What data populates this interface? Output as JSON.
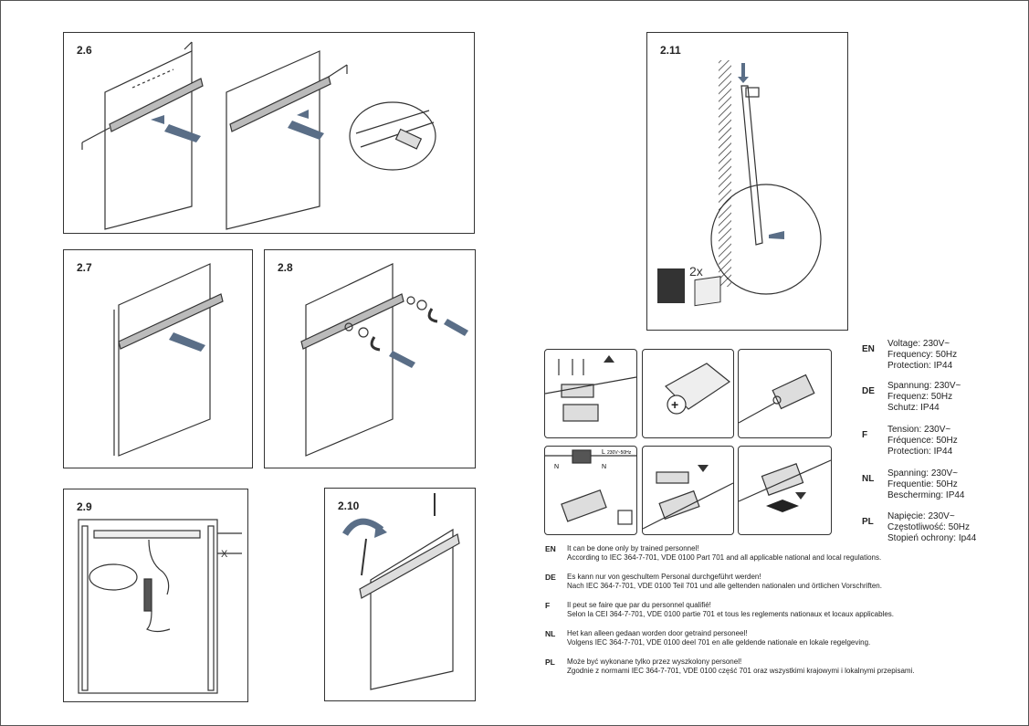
{
  "panels": [
    {
      "id": "2.6",
      "label": "2.6"
    },
    {
      "id": "2.7",
      "label": "2.7"
    },
    {
      "id": "2.8",
      "label": "2.8"
    },
    {
      "id": "2.9",
      "label": "2.9"
    },
    {
      "id": "2.10",
      "label": "2.10"
    },
    {
      "id": "2.11",
      "label": "2.11"
    }
  ],
  "panel_2_11_quantity": "2x",
  "panel_2_9_dimension": "X",
  "wiring_labels": {
    "l": "L",
    "n": "N",
    "supply": "230V~50Hz",
    "n2": "N"
  },
  "specs": [
    {
      "lang": "EN",
      "lines": [
        "Voltage: 230V~",
        "Frequency: 50Hz",
        "Protection: IP44"
      ]
    },
    {
      "lang": "DE",
      "lines": [
        "Spannung: 230V~",
        "Frequenz: 50Hz",
        "Schutz: IP44"
      ]
    },
    {
      "lang": "F",
      "lines": [
        "Tension: 230V~",
        "Fréquence: 50Hz",
        "Protection: IP44"
      ]
    },
    {
      "lang": "NL",
      "lines": [
        "Spanning: 230V~",
        "Frequentie: 50Hz",
        "Bescherming: IP44"
      ]
    },
    {
      "lang": "PL",
      "lines": [
        "Napięcie: 230V~",
        "Częstotliwość: 50Hz",
        "Stopień ochrony: Ip44"
      ]
    }
  ],
  "warnings": [
    {
      "lang": "EN",
      "line1": "It can be done only by trained personnel!",
      "line2": "According to IEC 364-7-701, VDE 0100 Part 701 and all applicable national and local regulations."
    },
    {
      "lang": "DE",
      "line1": "Es kann nur von geschultem Personal durchgeführt werden!",
      "line2": "Nach IEC 364-7-701, VDE 0100 Teil 701 und alle geltenden nationalen und örtlichen Vorschriften."
    },
    {
      "lang": "F",
      "line1": "Il peut se faire que par du personnel qualifié!",
      "line2": "Selon la CEI 364-7-701, VDE 0100 partie 701 et tous les reglements nationaux et locaux applicables."
    },
    {
      "lang": "NL",
      "line1": "Het kan alleen gedaan worden door getraind personeel!",
      "line2": "Volgens IEC 364-7-701, VDE 0100 deel 701 en alle geldende nationale en lokale regelgeving."
    },
    {
      "lang": "PL",
      "line1": "Może być wykonane tylko przez wyszkolony personel!",
      "line2": "Zgodnie z normami IEC 364-7-701, VDE 0100 część 701 oraz wszystkimi krajowymi i lokalnymi przepisami."
    }
  ]
}
